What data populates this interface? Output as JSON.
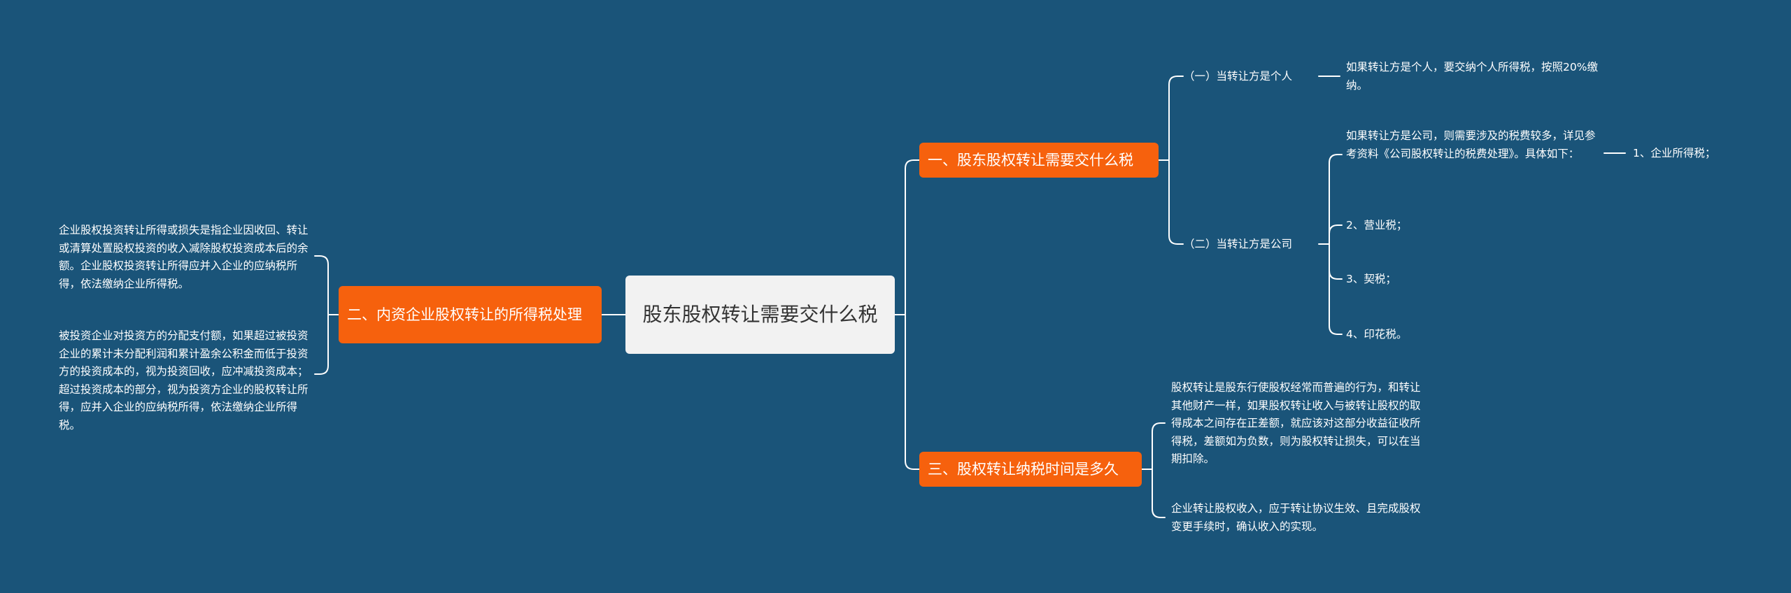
{
  "root": {
    "text": "股东股权转让需要交什么税"
  },
  "branch1": {
    "label": "一、股东股权转让需要交什么税",
    "sub1": {
      "label": "（一）当转让方是个人",
      "detail": "如果转让方是个人，要交纳个人所得税，按照20%缴纳。"
    },
    "sub2": {
      "label": "（二）当转让方是公司",
      "detail": "如果转让方是公司，则需要涉及的税费较多，详见参考资料《公司股权转让的税费处理》。具体如下：",
      "detail_child": "1、企业所得税；",
      "items": [
        "2、营业税；",
        "3、契税；",
        "4、印花税。"
      ]
    }
  },
  "branch2": {
    "label": "二、内资企业股权转让的所得税处理",
    "notes": [
      "企业股权投资转让所得或损失是指企业因收回、转让或清算处置股权投资的收入减除股权投资成本后的余额。企业股权投资转让所得应并入企业的应纳税所得，依法缴纳企业所得税。",
      "被投资企业对投资方的分配支付额，如果超过被投资企业的累计未分配利润和累计盈余公积金而低于投资方的投资成本的，视为投资回收，应冲减投资成本；超过投资成本的部分，视为投资方企业的股权转让所得，应并入企业的应纳税所得，依法缴纳企业所得税。"
    ]
  },
  "branch3": {
    "label": "三、股权转让纳税时间是多久",
    "notes": [
      "股权转让是股东行使股权经常而普遍的行为，和转让其他财产一样，如果股权转让收入与被转让股权的取得成本之间存在正差额，就应该对这部分收益征收所得税，差额如为负数，则为股权转让损失，可以在当期扣除。",
      "企业转让股权收入，应于转让协议生效、且完成股权变更手续时，确认收入的实现。"
    ]
  },
  "colors": {
    "background": "#1a5479",
    "branch": "#f6610d",
    "root": "#f2f2f2",
    "line": "#ffffff"
  }
}
